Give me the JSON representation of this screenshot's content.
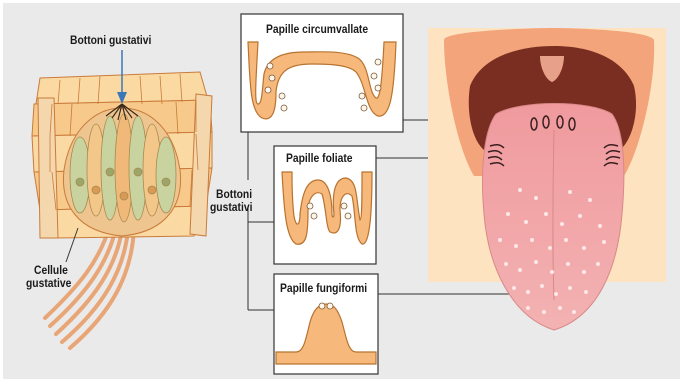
{
  "labels": {
    "taste_buds_top": "Bottoni gustativi",
    "taste_cells_line1": "Cellule",
    "taste_cells_line2": "gustative",
    "taste_buds_mid_line1": "Bottoni",
    "taste_buds_mid_line2": "gustativi"
  },
  "boxes": {
    "circumvallate": "Papille circumvallate",
    "foliate": "Papille foliate",
    "fungiform": "Papille fungiformi"
  },
  "colors": {
    "background": "#eaeaea",
    "cell_light": "#fbd9a3",
    "cell_mid": "#f3b46c",
    "cell_outline": "#c97b3a",
    "gustatory_cell": "#c9d3a0",
    "nerve": "#e8a677",
    "papilla_fill": "#f6b87b",
    "papilla_outline": "#b8732f",
    "tongue": "#f2a6a8",
    "tongue_light": "#f7c9c9",
    "mouth_dark": "#7a2e21",
    "skin_bg": "#fde3c0",
    "box_border": "#333333"
  }
}
